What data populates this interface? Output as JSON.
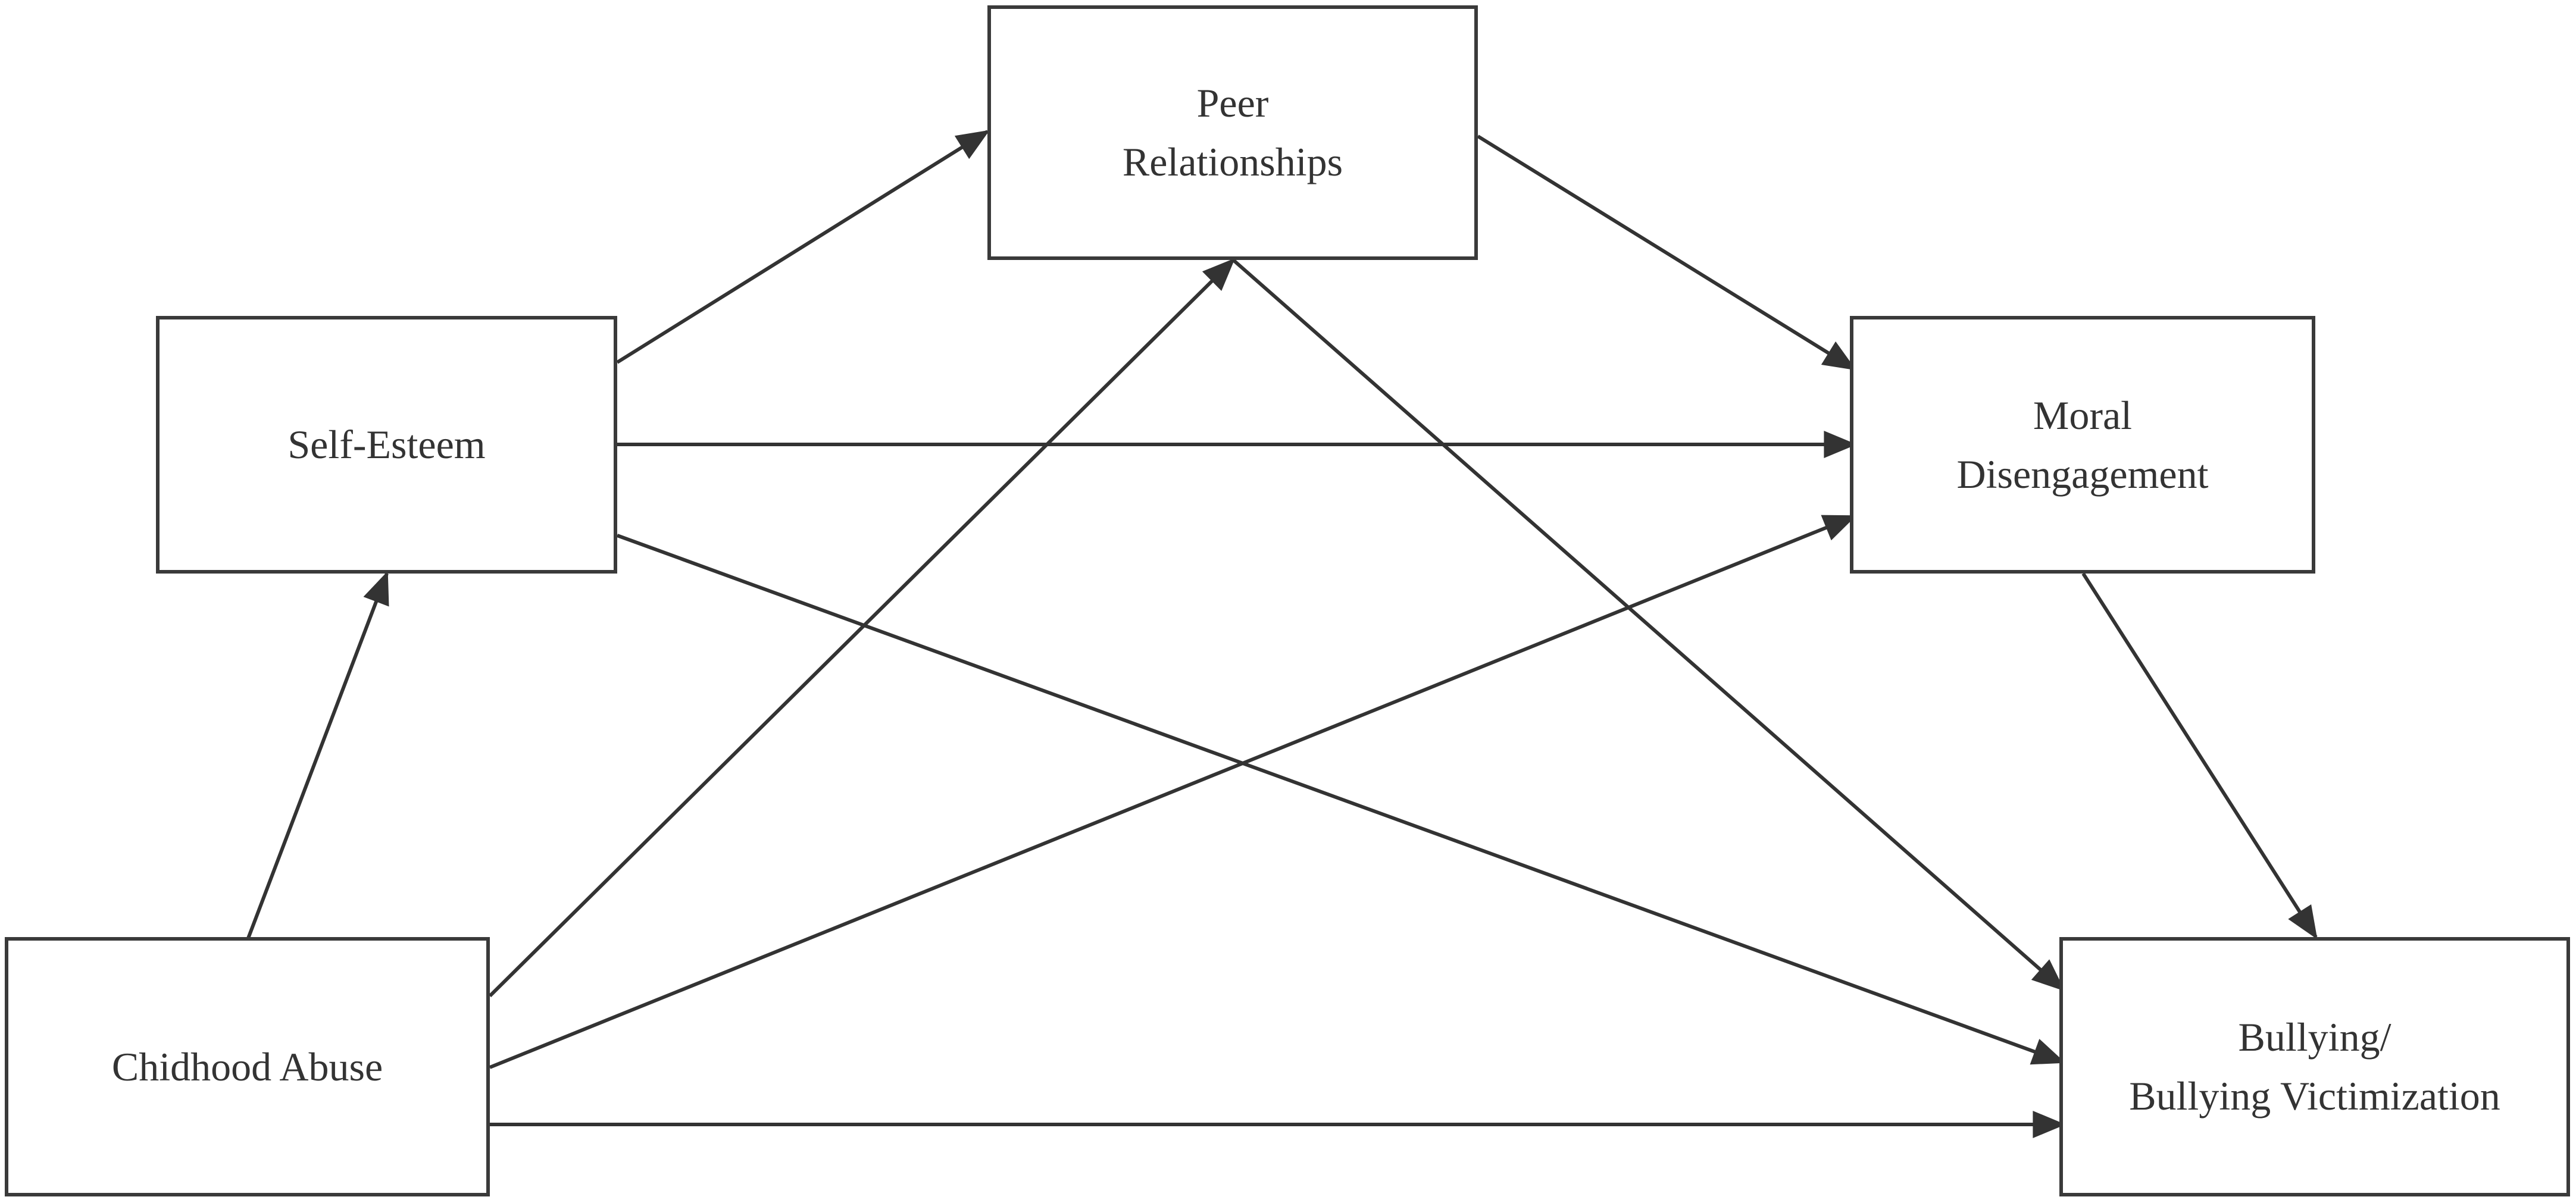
{
  "nodes": {
    "peer_relationships": {
      "lines": [
        "Peer",
        "Relationships"
      ]
    },
    "self_esteem": {
      "lines": [
        "Self-Esteem"
      ]
    },
    "moral_disengagement": {
      "lines": [
        "Moral",
        "Disengagement"
      ]
    },
    "childhood_abuse": {
      "lines": [
        "Chidhood Abuse"
      ]
    },
    "bullying": {
      "lines": [
        "Bullying/",
        "Bullying Victimization"
      ]
    }
  },
  "edges": [
    {
      "from": "childhood_abuse",
      "to": "self_esteem"
    },
    {
      "from": "childhood_abuse",
      "to": "peer_relationships"
    },
    {
      "from": "childhood_abuse",
      "to": "moral_disengagement"
    },
    {
      "from": "childhood_abuse",
      "to": "bullying"
    },
    {
      "from": "self_esteem",
      "to": "peer_relationships"
    },
    {
      "from": "self_esteem",
      "to": "moral_disengagement"
    },
    {
      "from": "self_esteem",
      "to": "bullying"
    },
    {
      "from": "peer_relationships",
      "to": "moral_disengagement"
    },
    {
      "from": "peer_relationships",
      "to": "bullying"
    },
    {
      "from": "moral_disengagement",
      "to": "bullying"
    }
  ],
  "colors": {
    "stroke": "#333333",
    "text": "#333333",
    "background": "#ffffff"
  }
}
